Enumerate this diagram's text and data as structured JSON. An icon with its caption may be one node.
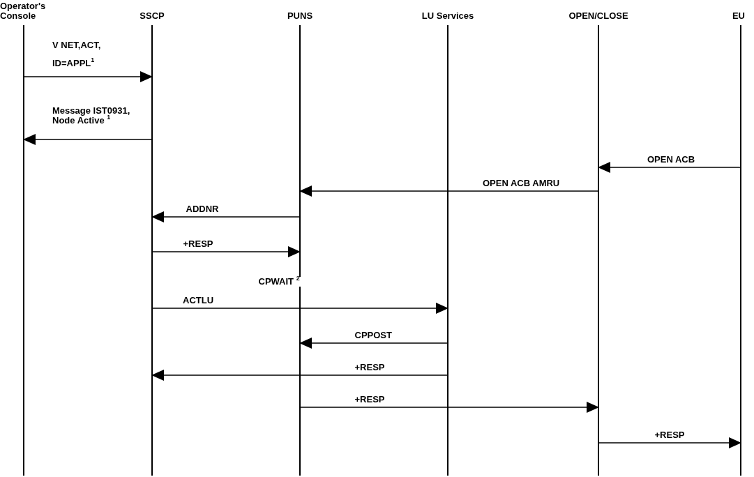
{
  "diagram": {
    "nodes": [
      {
        "text": [
          "Operator's Console"
        ]
      },
      {
        "text": [
          "SSCP"
        ]
      },
      {
        "text": [
          "PUNS"
        ]
      },
      {
        "text": [
          "LU Services"
        ]
      },
      {
        "text": [
          "OPEN/CLOSE"
        ]
      },
      {
        "text": [
          "EU"
        ]
      }
    ],
    "edges": [
      {
        "from": 0,
        "to": 1,
        "arrow": "to",
        "label": "V NET,ACT, ID=APPL$^{1}$"
      },
      {
        "from": 1,
        "to": 0,
        "arrow": "to",
        "label": "Message IST0931, Node Active $^{1}$"
      },
      {
        "from": 5,
        "to": 4,
        "arrow": "to",
        "label": "OPEN ACB"
      },
      {
        "from": 4,
        "to": 2,
        "arrow": "to",
        "label": "OPEN ACB AMRU"
      },
      {
        "from": 2,
        "to": 1,
        "arrow": "to",
        "label": "ADDNR"
      },
      {
        "from": 1,
        "to": 2,
        "arrow": "to",
        "label": "+RESP"
      },
      {
        "from": 1,
        "to": 3,
        "arrow": "to",
        "label": "ACTLU"
      },
      {
        "from": 3,
        "to": 2,
        "arrow": "to",
        "label": "CPPOST"
      },
      {
        "from": 3,
        "to": 1,
        "arrow": "to",
        "label": "+RESP"
      },
      {
        "from": 2,
        "to": 4,
        "arrow": "to",
        "label": "+RESP"
      },
      {
        "from": 4,
        "to": 5,
        "arrow": "to",
        "label": "+RESP"
      }
    ],
    "labels": [
      "CPWAIT $^{2}$"
    ]
  }
}
